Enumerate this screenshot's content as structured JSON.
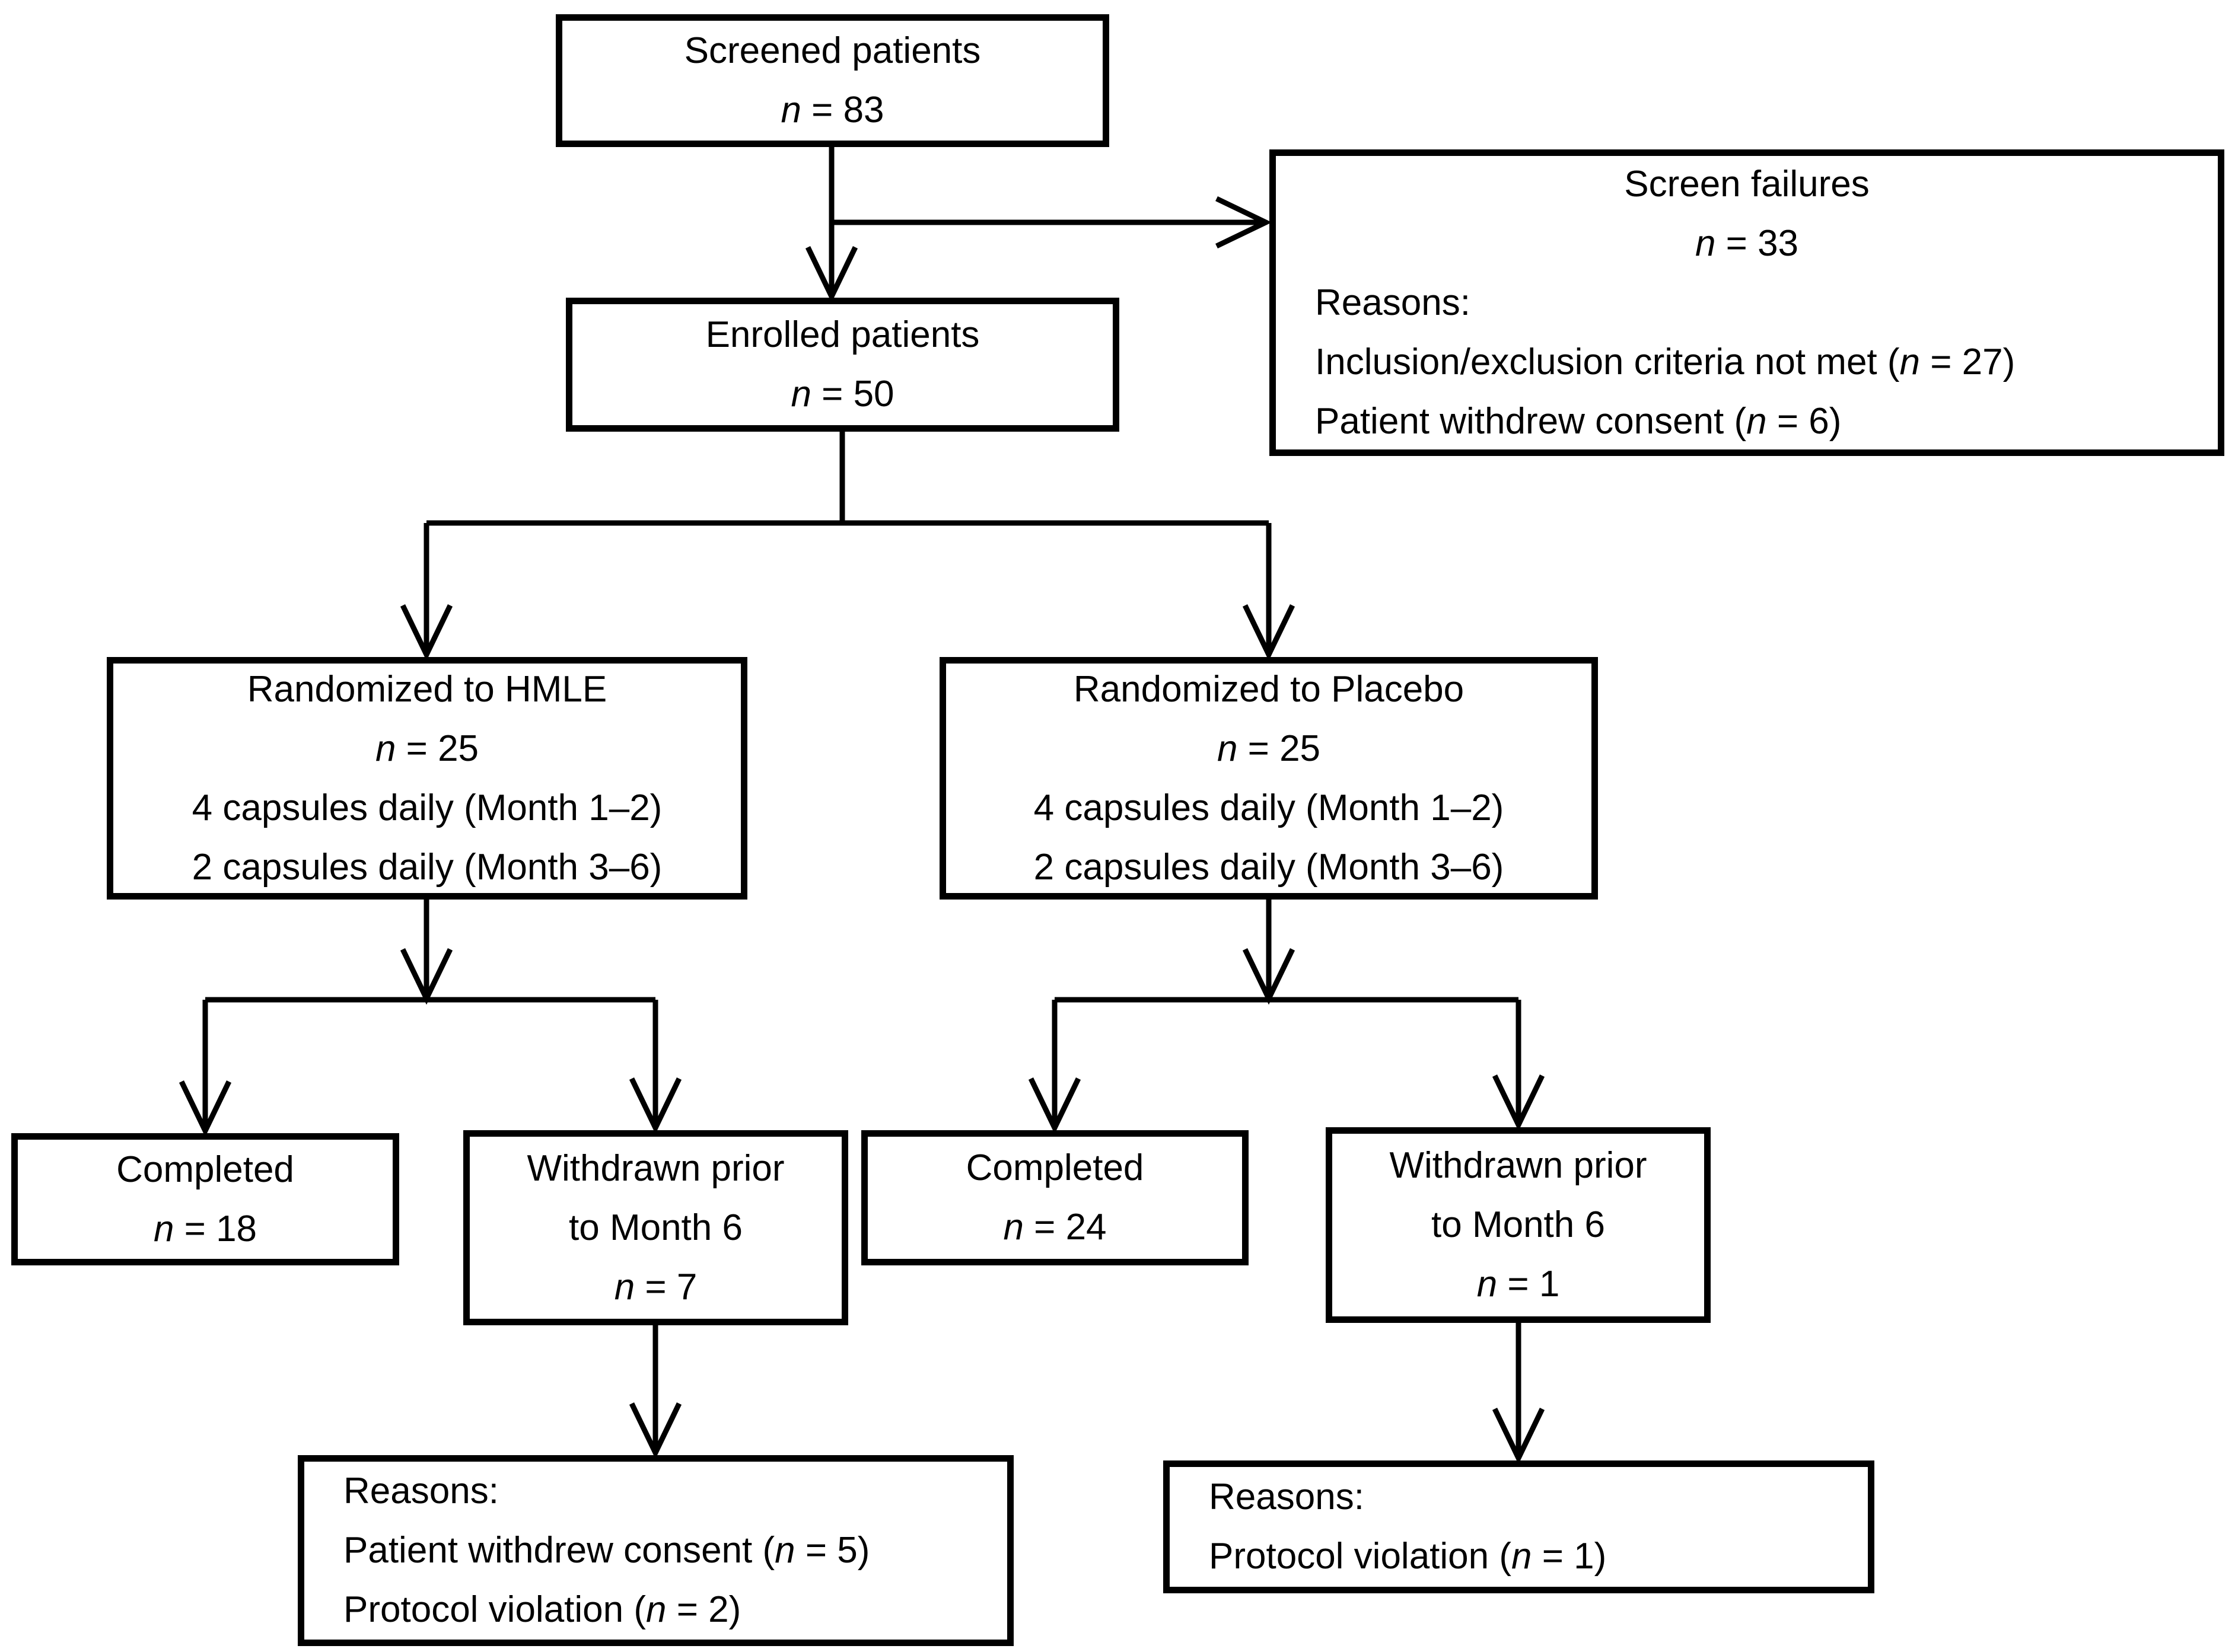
{
  "figure": {
    "type": "patient-flow-diagram",
    "colors": {
      "ink": "#000000",
      "background": "#ffffff"
    }
  },
  "boxes": {
    "screened": {
      "lines": [
        "Screened patients",
        "n = 83"
      ]
    },
    "screen_failures": {
      "lines": [
        "Screen failures",
        "n = 33",
        "Reasons:",
        "Inclusion/exclusion criteria not met (n = 27)",
        "Patient withdrew consent (n = 6)"
      ]
    },
    "enrolled": {
      "lines": [
        "Enrolled patients",
        "n = 50"
      ]
    },
    "randomized_hmle": {
      "lines": [
        "Randomized to HMLE",
        "n = 25",
        "4 capsules daily (Month 1–2)",
        "2 capsules daily (Month 3–6)"
      ]
    },
    "randomized_placebo": {
      "lines": [
        "Randomized to Placebo",
        "n = 25",
        "4 capsules daily (Month 1–2)",
        "2 capsules daily (Month 3–6)"
      ]
    },
    "completed_hmle": {
      "lines": [
        "Completed",
        "n = 18"
      ]
    },
    "withdrawn_hmle": {
      "lines": [
        "Withdrawn prior",
        "to Month 6",
        "n = 7"
      ]
    },
    "completed_placebo": {
      "lines": [
        "Completed",
        "n = 24"
      ]
    },
    "withdrawn_placebo": {
      "lines": [
        "Withdrawn prior",
        "to Month 6",
        "n = 1"
      ]
    },
    "withdrawal_reasons_hmle": {
      "lines": [
        "Reasons:",
        "Patient withdrew consent (n = 5)",
        "Protocol violation (n = 2)"
      ]
    },
    "withdrawal_reasons_placebo": {
      "lines": [
        "Reasons:",
        "Protocol violation (n = 1)"
      ]
    }
  }
}
